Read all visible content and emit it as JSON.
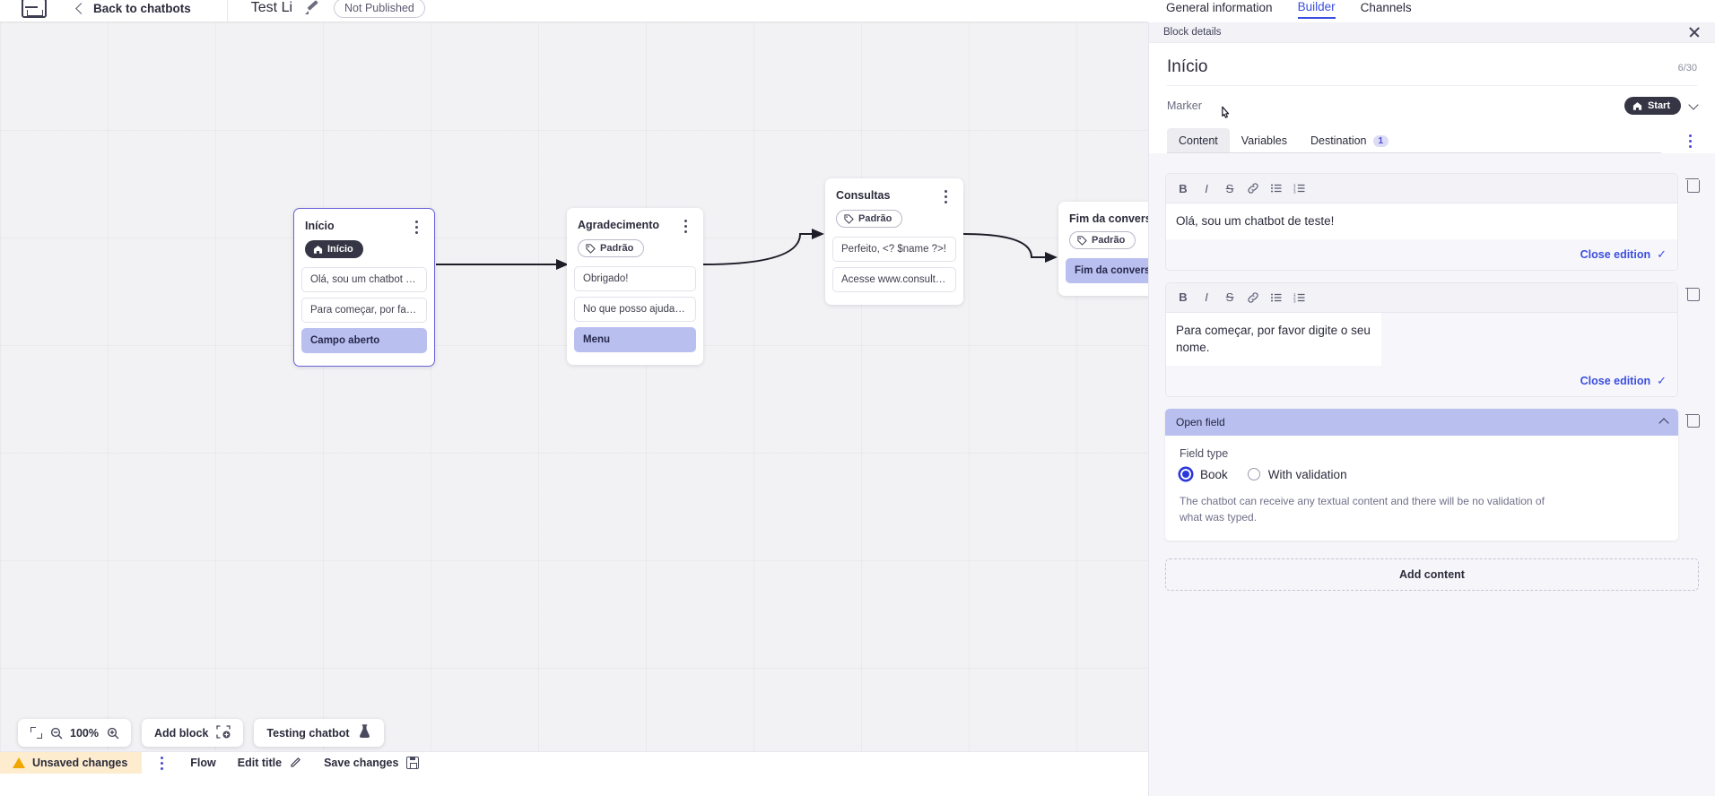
{
  "topbar": {
    "back_label": "Back to chatbots",
    "bot_title": "Test Li",
    "status_label": "Not Published"
  },
  "header_tabs": [
    {
      "label": "General information",
      "active": false
    },
    {
      "label": "Builder",
      "active": true
    },
    {
      "label": "Channels",
      "active": false
    }
  ],
  "panel": {
    "bar_title": "Block details",
    "block_title": "Início",
    "char_count": "6/30",
    "marker_label": "Marker",
    "marker_value": "Start",
    "tabs": [
      {
        "label": "Content",
        "active": true,
        "badge": ""
      },
      {
        "label": "Variables",
        "active": false,
        "badge": ""
      },
      {
        "label": "Destination",
        "active": false,
        "badge": "1"
      }
    ],
    "toolbar_icons": [
      "bold-icon",
      "italic-icon",
      "strikethrough-icon",
      "link-icon",
      "bullet-list-icon",
      "numbered-list-icon"
    ],
    "editors": [
      {
        "text": "Olá, sou um chatbot de teste!",
        "close_label": "Close edition"
      },
      {
        "text": "Para começar, por favor digite o seu nome.",
        "close_label": "Close edition"
      }
    ],
    "open_field": {
      "title": "Open field",
      "field_type_label": "Field type",
      "options": [
        {
          "label": "Book",
          "selected": true
        },
        {
          "label": "With validation",
          "selected": false
        }
      ],
      "description": "The chatbot can receive any textual content and there will be no validation of what was typed."
    },
    "add_content_label": "Add content"
  },
  "canvas": {
    "nodes": [
      {
        "title": "Início",
        "badge": "Início",
        "badge_kind": "start",
        "selected": true,
        "items": [
          {
            "text": "Olá, sou um chatbot de teste!",
            "highlight": false
          },
          {
            "text": "Para começar, por favor digite o ...",
            "highlight": false
          },
          {
            "text": "Campo aberto",
            "highlight": true
          }
        ]
      },
      {
        "title": "Agradecimento",
        "badge": "Padrão",
        "badge_kind": "default",
        "selected": false,
        "items": [
          {
            "text": "Obrigado!",
            "highlight": false
          },
          {
            "text": "No que posso ajudar, <? $name ...",
            "highlight": false
          },
          {
            "text": "Menu",
            "highlight": true
          }
        ]
      },
      {
        "title": "Consultas",
        "badge": "Padrão",
        "badge_kind": "default",
        "selected": false,
        "items": [
          {
            "text": "Perfeito, <? $name ?>!",
            "highlight": false
          },
          {
            "text": "Acesse www.consultas.com par...",
            "highlight": false
          }
        ]
      },
      {
        "title": "Fim da conversa",
        "badge": "Padrão",
        "badge_kind": "default",
        "selected": false,
        "items": [
          {
            "text": "Fim da conversa",
            "highlight": true
          }
        ]
      }
    ]
  },
  "floatbar": {
    "zoom_level": "100%",
    "add_block_label": "Add block",
    "testing_label": "Testing chatbot"
  },
  "statusbar": {
    "unsaved_label": "Unsaved changes",
    "flow_label": "Flow",
    "edit_title_label": "Edit title",
    "save_label": "Save changes"
  },
  "colors": {
    "accent": "#3b4ee0",
    "selected_node_border": "#6c63d8",
    "highlight_item": "#b9c0f0",
    "warn_bg": "#fdeccd",
    "dark_pill": "#353545"
  }
}
